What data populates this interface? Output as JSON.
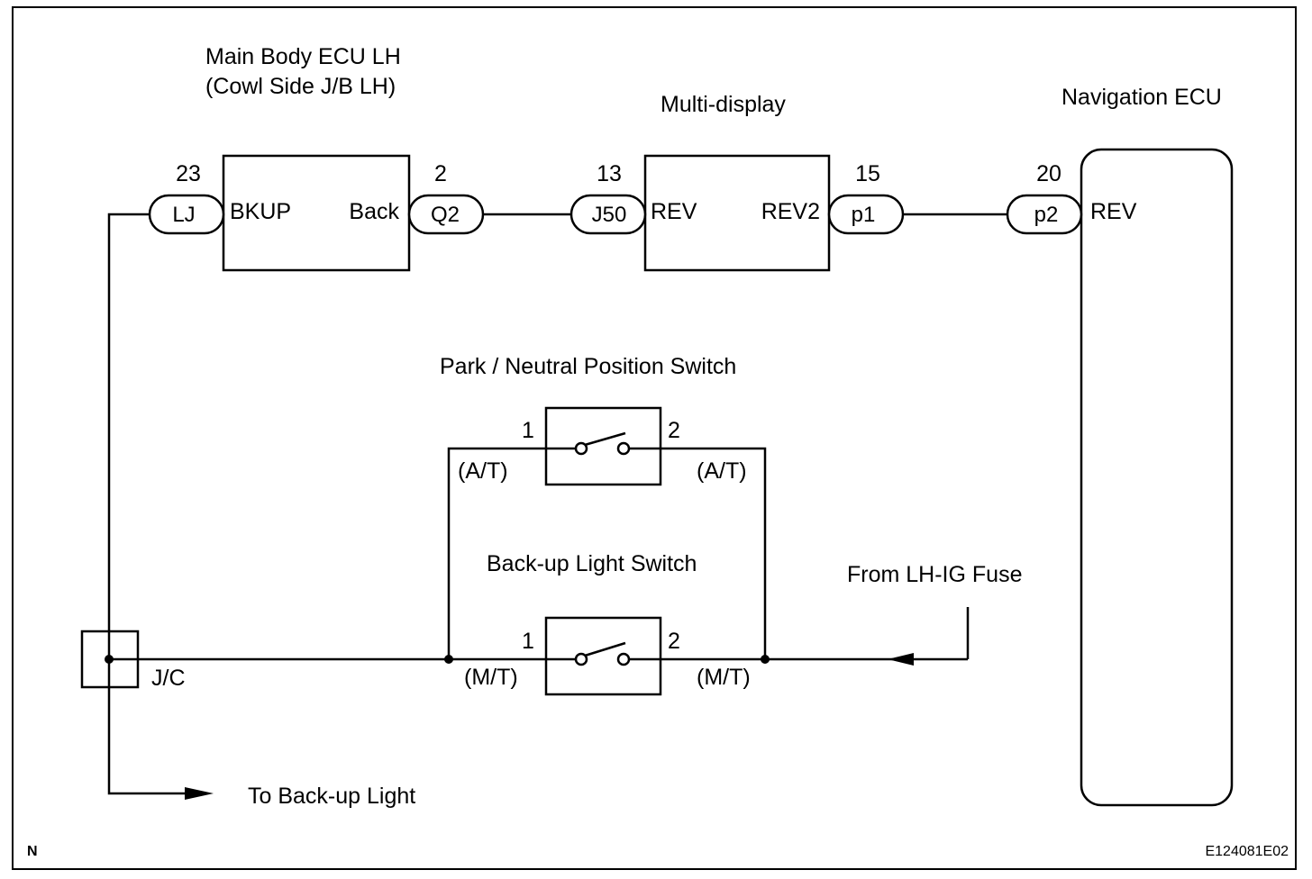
{
  "main_body_ecu": {
    "title_line1": "Main Body ECU LH",
    "title_line2": "(Cowl Side J/B LH)",
    "left_pin": "23",
    "left_connector": "LJ",
    "left_terminal": "BKUP",
    "right_terminal": "Back",
    "right_pin": "2",
    "right_connector": "Q2"
  },
  "multi_display": {
    "title": "Multi-display",
    "left_pin": "13",
    "left_connector": "J50",
    "left_terminal": "REV",
    "right_terminal": "REV2",
    "right_pin": "15",
    "right_connector": "p1"
  },
  "navigation_ecu": {
    "title": "Navigation ECU",
    "pin": "20",
    "connector": "p2",
    "terminal": "REV"
  },
  "park_neutral_switch": {
    "title": "Park / Neutral Position Switch",
    "pin1": "1",
    "pin2": "2",
    "left_tag": "(A/T)",
    "right_tag": "(A/T)"
  },
  "backup_light_switch": {
    "title": "Back-up Light Switch",
    "pin1": "1",
    "pin2": "2",
    "left_tag": "(M/T)",
    "right_tag": "(M/T)"
  },
  "junction": {
    "label": "J/C"
  },
  "source": {
    "label": "From LH-IG Fuse"
  },
  "output": {
    "label": "To Back-up Light"
  },
  "footer": {
    "left": "N",
    "right": "E124081E02"
  }
}
